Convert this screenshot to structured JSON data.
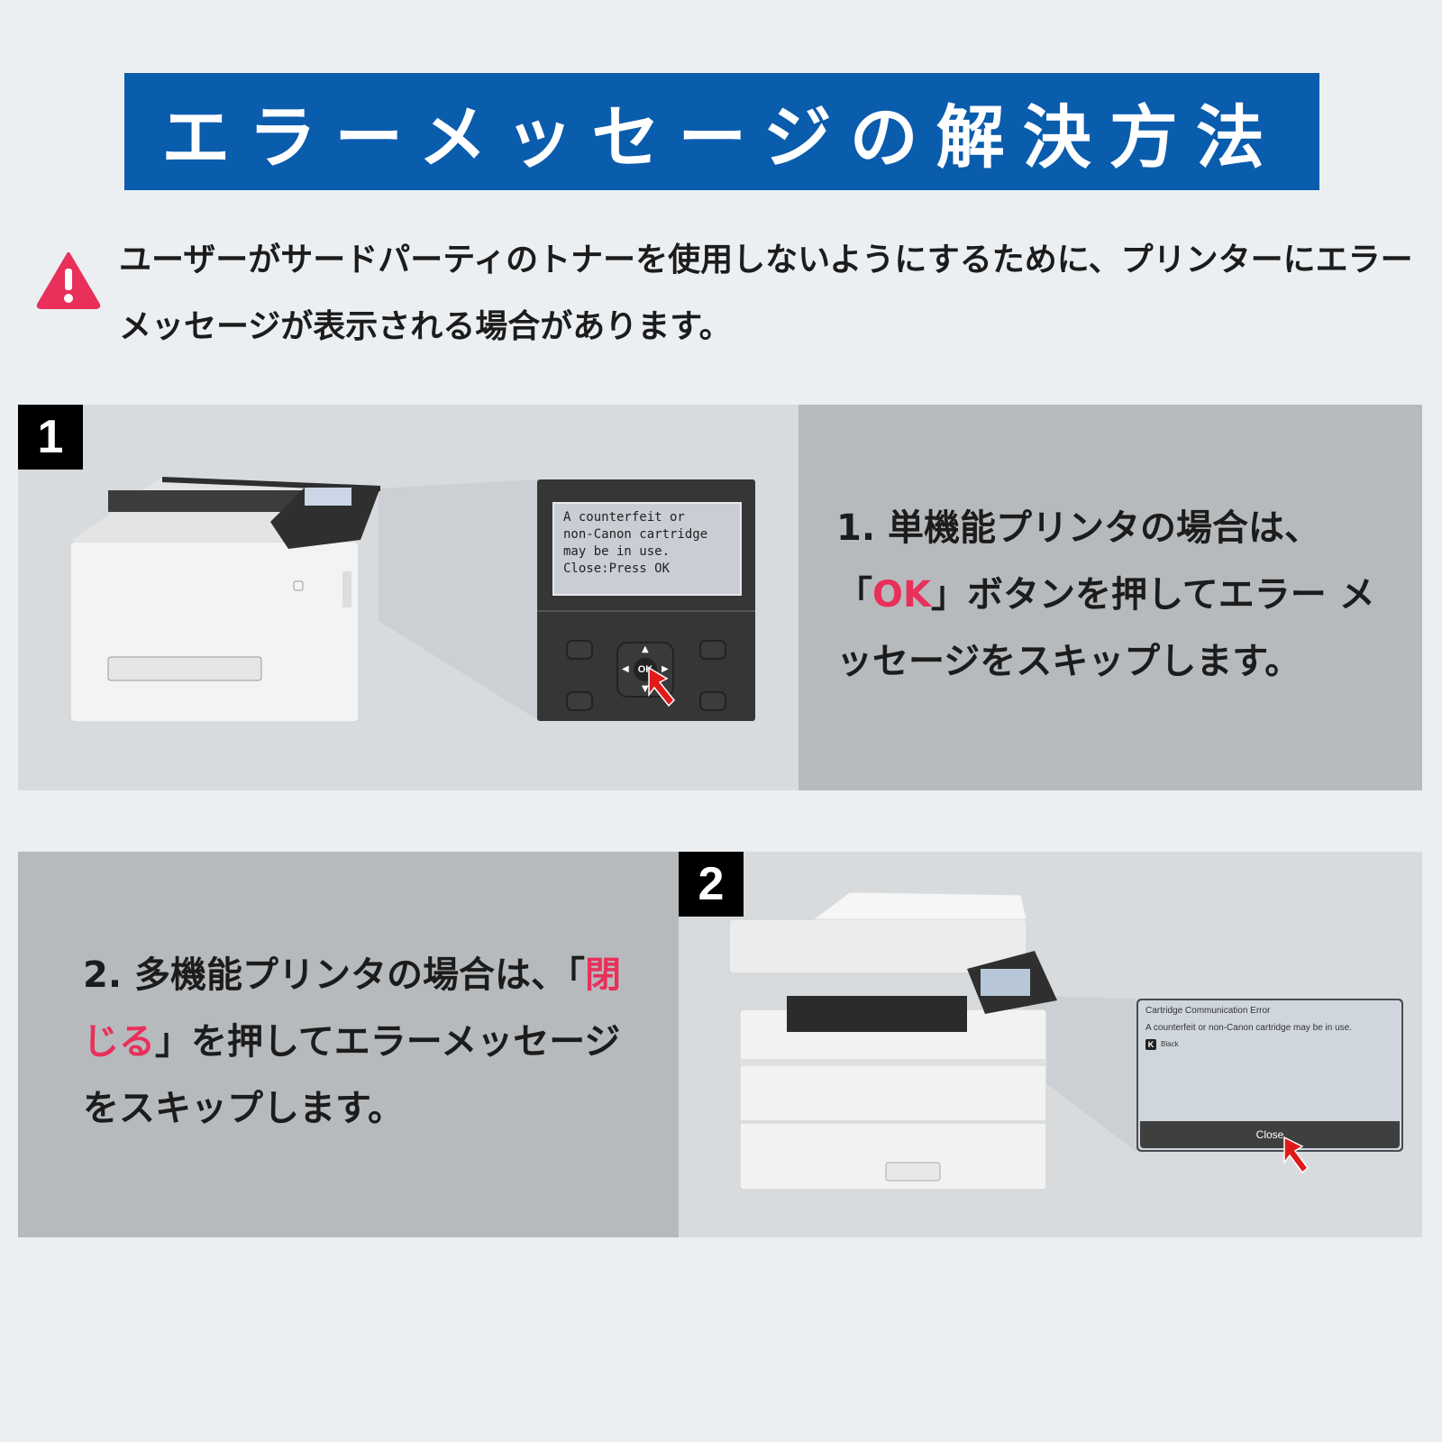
{
  "title": "エラーメッセージの解決方法",
  "intro": {
    "icon": "warning-icon",
    "text": "ユーザーがサードパーティのトナーを使用しないようにするために、プリンターにエラー メッセージが表示される場合があります。"
  },
  "colors": {
    "banner": "#0a5cad",
    "highlight": "#e8305a",
    "warning": "#e8305a"
  },
  "step1": {
    "number": "1",
    "text_before": "1. 単機能プリンタの場合は、「",
    "highlight": "OK",
    "text_after": "」ボタンを押してエラー メッセージをスキップします。",
    "lcd_lines": [
      "A  counterfeit or",
      "non-Canon cartridge",
      "may be in use.",
      "Close:Press OK"
    ],
    "ok_label": "OK"
  },
  "step2": {
    "number": "2",
    "text_before": "2. 多機能プリンタの場合は、「",
    "highlight": "閉じる",
    "text_after": "」を押してエラーメッセージをスキップします。",
    "screen": {
      "title": "Cartridge Communication Error",
      "message": "A counterfeit or non-Canon cartridge may be in use.",
      "badge": "K",
      "color_label": "Black",
      "close_label": "Close"
    }
  }
}
